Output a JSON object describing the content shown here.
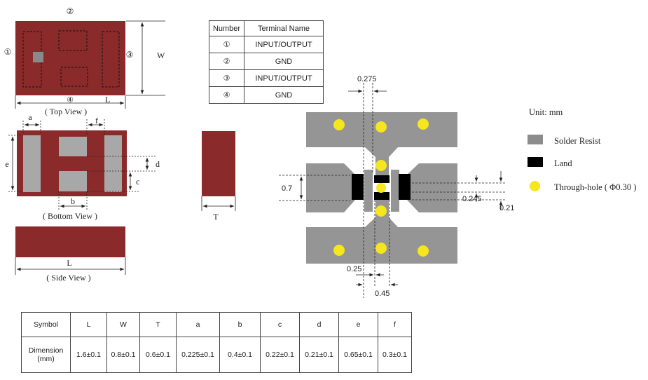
{
  "top_view": {
    "caption": "( Top View )",
    "pin_labels": {
      "p1": "①",
      "p2": "②",
      "p3": "③",
      "p4": "④"
    },
    "dim_w": "W",
    "dim_l": "L"
  },
  "bottom_view": {
    "caption": "( Bottom View )",
    "dim_a": "a",
    "dim_b": "b",
    "dim_c": "c",
    "dim_d": "d",
    "dim_e": "e",
    "dim_f": "f"
  },
  "side_view": {
    "caption": "( Side View )",
    "dim_l": "L"
  },
  "end_view": {
    "dim_t": "T"
  },
  "terminal_table": {
    "headers": [
      "Number",
      "Terminal Name"
    ],
    "rows": [
      {
        "number": "①",
        "name": "INPUT/OUTPUT"
      },
      {
        "number": "②",
        "name": "GND"
      },
      {
        "number": "③",
        "name": "INPUT/OUTPUT"
      },
      {
        "number": "④",
        "name": "GND"
      }
    ]
  },
  "land_pattern": {
    "dims": {
      "d0275": "0.275",
      "d07": "0.7",
      "d0245": "0.245",
      "d021": "0.21",
      "d025": "0.25",
      "d045": "0.45"
    },
    "colors": {
      "board": "#959595",
      "land": "#000000",
      "via": "#f5e61e"
    }
  },
  "legend": {
    "unit": "Unit:  mm",
    "items": [
      {
        "name": "solder-resist",
        "label": "Solder Resist",
        "color": "#8c8c8c"
      },
      {
        "name": "land",
        "label": "Land",
        "color": "#000000"
      },
      {
        "name": "through-hole",
        "label": "Through-hole ( Φ0.30 )",
        "color": "#f5e61e"
      }
    ]
  },
  "dimension_table": {
    "symbol_label": "Symbol",
    "dimension_label_line1": "Dimension",
    "dimension_label_line2": "(mm)",
    "symbols": [
      "L",
      "W",
      "T",
      "a",
      "b",
      "c",
      "d",
      "e",
      "f"
    ],
    "values": [
      "1.6±0.1",
      "0.8±0.1",
      "0.6±0.1",
      "0.225±0.1",
      "0.4±0.1",
      "0.22±0.1",
      "0.21±0.1",
      "0.65±0.1",
      "0.3±0.1"
    ]
  },
  "colors": {
    "body": "#8b2a2a",
    "terminal": "#a8a8a8"
  }
}
